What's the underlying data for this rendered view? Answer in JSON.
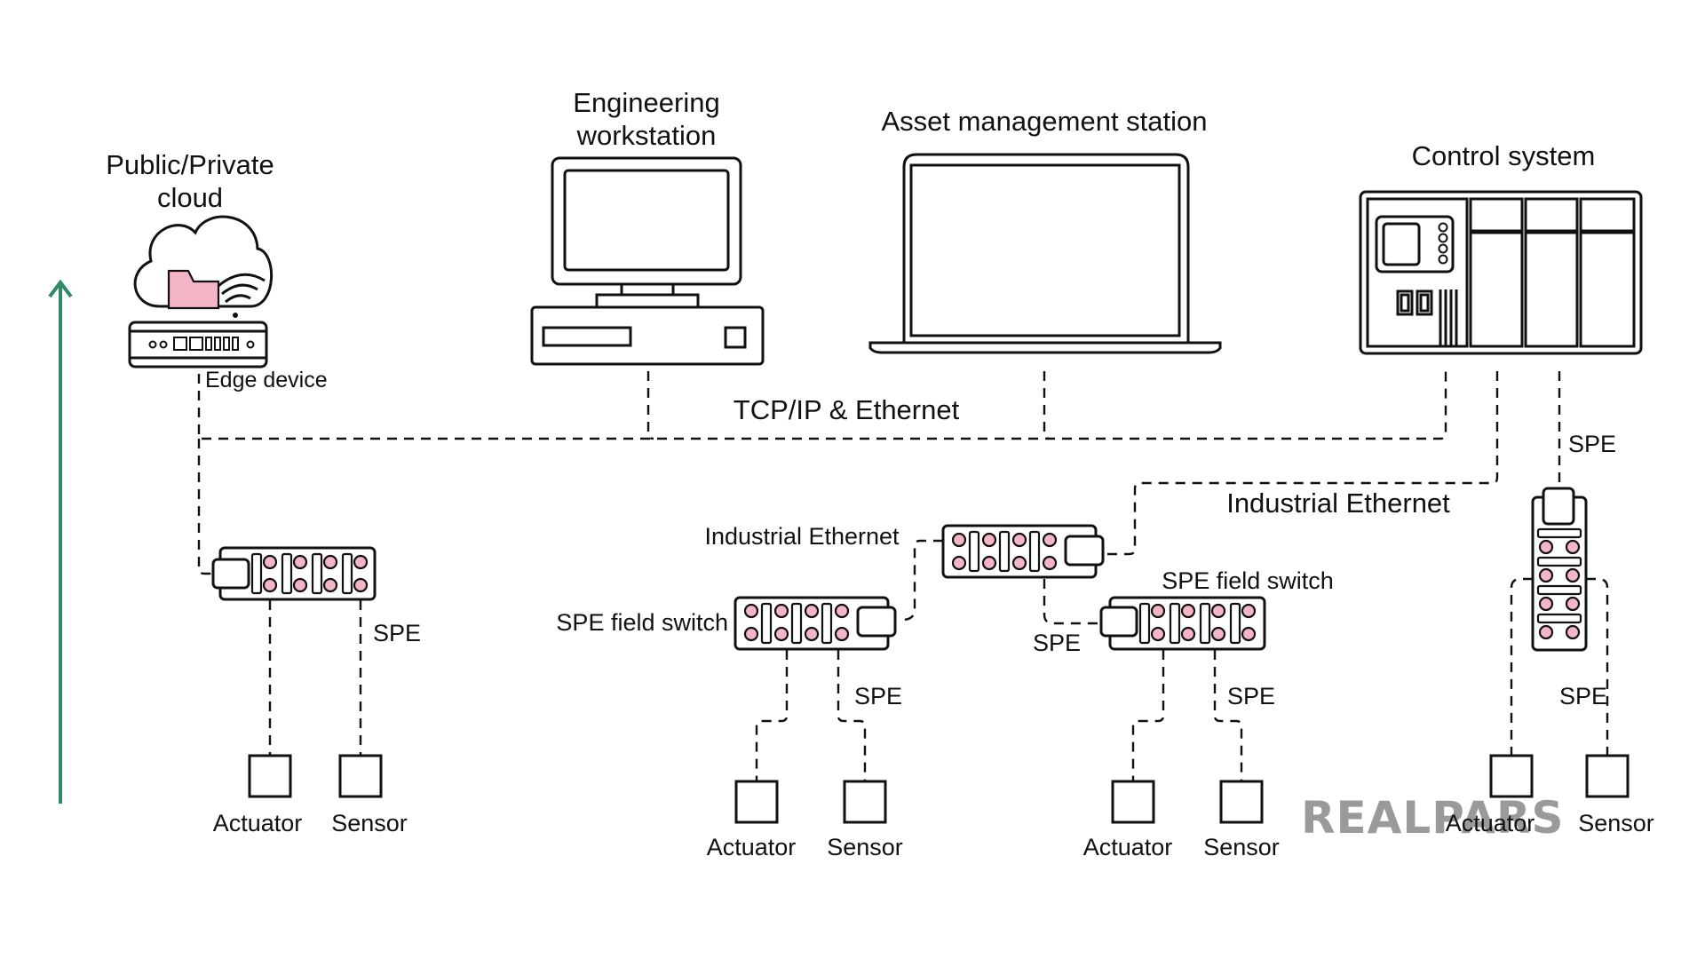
{
  "labels": {
    "cloud": [
      "Public/Private",
      "cloud"
    ],
    "edge_device": "Edge device",
    "engineering": [
      "Engineering",
      "workstation"
    ],
    "asset_management": "Asset management station",
    "control_system": "Control system",
    "tcpip": "TCP/IP & Ethernet",
    "industrial_ethernet_main": "Industrial Ethernet",
    "industrial_ethernet_side": "Industrial Ethernet",
    "spe_field_switch_left": "SPE field switch",
    "spe_field_switch_right": "SPE field switch",
    "spe_edge": "SPE",
    "spe_left": "SPE",
    "spe_mid": "SPE",
    "spe_center": "SPE",
    "spe_right_top": "SPE",
    "spe_right_bottom": "SPE",
    "actuator_1": "Actuator",
    "sensor_1": "Sensor",
    "actuator_2": "Actuator",
    "sensor_2": "Sensor",
    "actuator_3": "Actuator",
    "sensor_3": "Sensor",
    "actuator_4": "Actuator",
    "sensor_4": "Sensor"
  },
  "watermark": "REALPARS",
  "colors": {
    "arrow": "#2e8b63",
    "port": "#f4b5c6",
    "folder": "#f4b5c6",
    "line": "#111111",
    "watermark": "#9a9a9a"
  },
  "icons": [
    "cloud-icon",
    "folder-icon",
    "wifi-icon",
    "edge-device-icon",
    "desktop-computer-icon",
    "laptop-icon",
    "plc-rack-icon",
    "field-switch-icon",
    "actuator-icon",
    "sensor-icon",
    "up-arrow-icon"
  ]
}
